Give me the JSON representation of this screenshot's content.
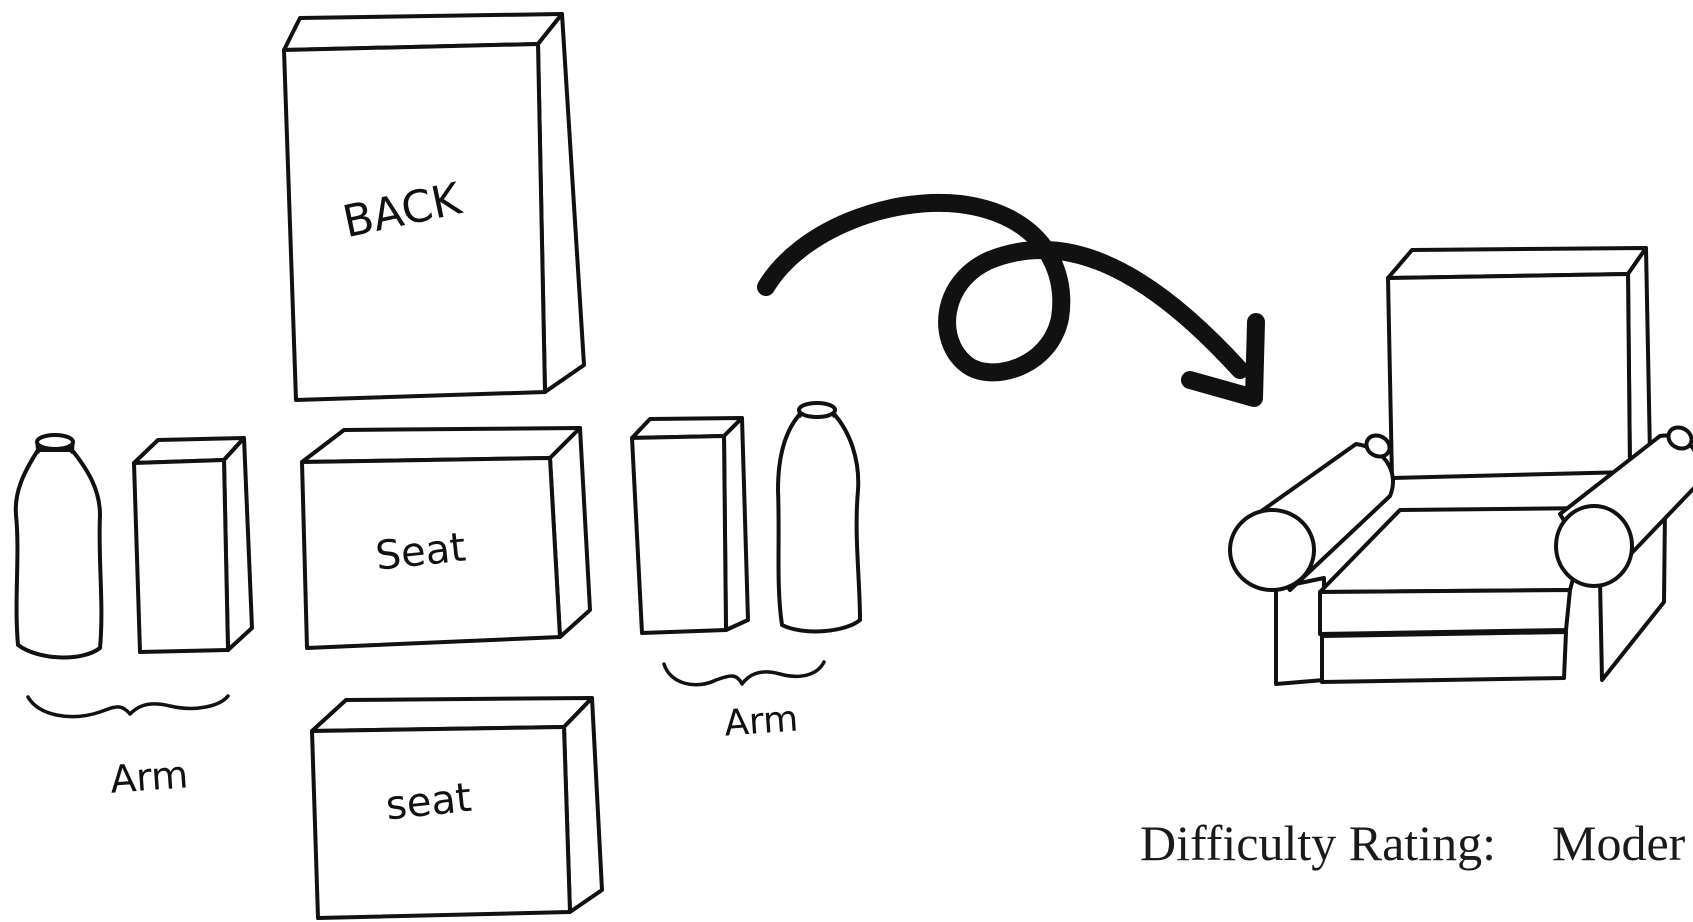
{
  "labels": {
    "back": "BACK",
    "seat_top": "Seat",
    "seat_bottom": "seat",
    "arm_left": "Arm",
    "arm_right": "Arm"
  },
  "rating": {
    "prefix": "Difficulty Rating:",
    "value": "Moder"
  }
}
